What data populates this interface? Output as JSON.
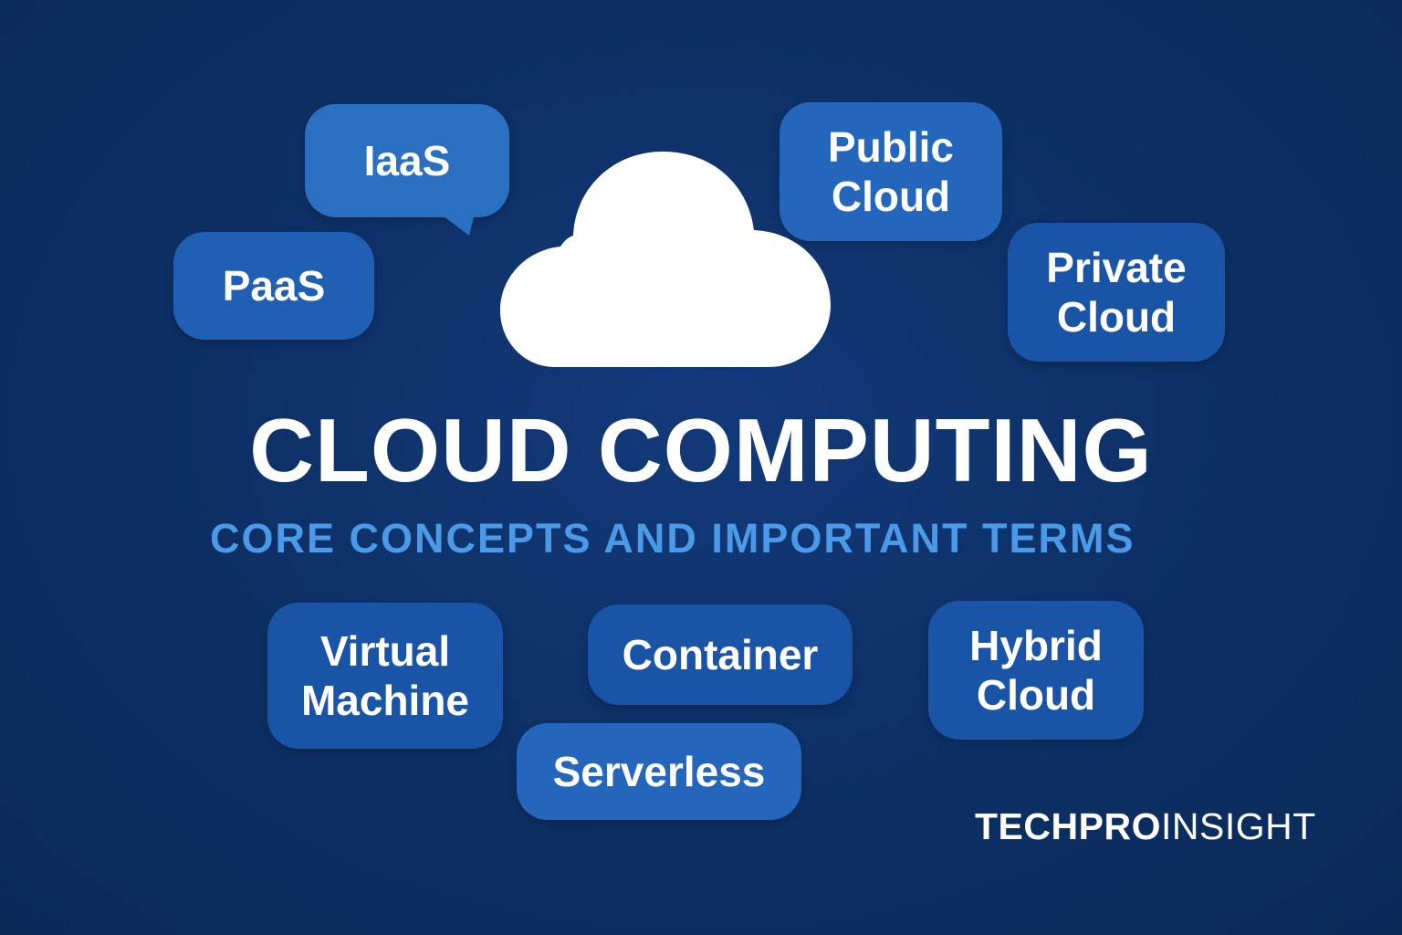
{
  "title": "CLOUD COMPUTING",
  "subtitle": "CORE CONCEPTS AND IMPORTANT TERMS",
  "brand": {
    "bold_part": "TECHPRO",
    "light_part": "INSIGHT"
  },
  "terms": {
    "iaas": "IaaS",
    "paas": "PaaS",
    "public_cloud": "Public\nCloud",
    "private_cloud": "Private\nCloud",
    "virtual_machine": "Virtual\nMachine",
    "container": "Container",
    "serverless": "Serverless",
    "hybrid_cloud": "Hybrid\nCloud"
  },
  "colors": {
    "background": "#0d2f63",
    "bubble_light": "#2a6fc0",
    "bubble_mid": "#1f5fb4",
    "bubble_dark": "#1a54a6",
    "subtitle": "#4a9ae8",
    "text": "#ffffff"
  },
  "icons": {
    "center": "cloud-icon"
  }
}
